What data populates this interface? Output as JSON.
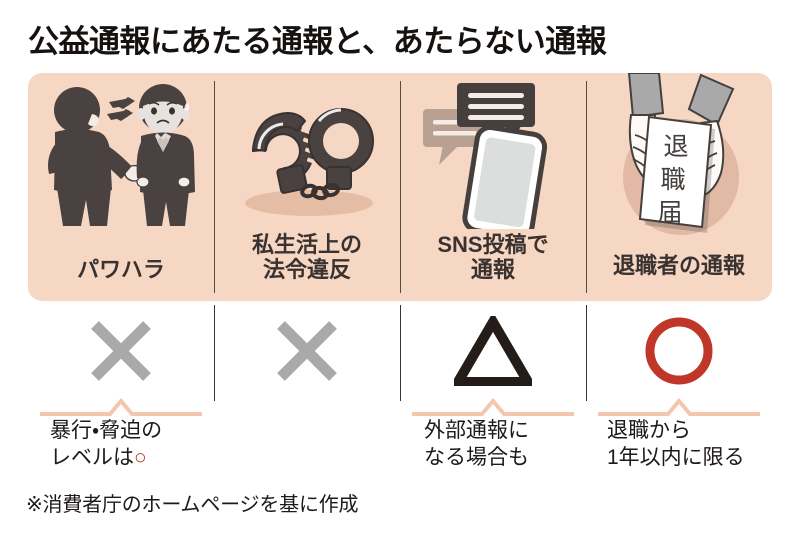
{
  "title": "公益通報にあたる通報と、あたらない通報",
  "footer": "※消費者庁のホームページを基に作成",
  "colors": {
    "panel_background": "#f6d7c3",
    "divider": "#584a42",
    "bracket": "#f3c7ae",
    "verdict_cross": "#a9a9a9",
    "verdict_triangle": "#241c19",
    "verdict_circle": "#c0372a",
    "title_text": "#17120f",
    "label_text": "#3a3230",
    "page_background": "#ffffff"
  },
  "panels": [
    {
      "id": "power-harassment",
      "label": "パワハラ",
      "illustration": "two-businessmen-scolding-icon",
      "verdict_symbol": "×",
      "verdict_name": "cross-mark",
      "verdict_color": "#a9a9a9",
      "note": "暴行・脅迫の\nレベルは",
      "note_suffix_mark": "○",
      "has_bracket": true
    },
    {
      "id": "private-life-legal-violation",
      "label": "私生活上の\n法令違反",
      "illustration": "handcuffs-icon",
      "verdict_symbol": "×",
      "verdict_name": "cross-mark",
      "verdict_color": "#a9a9a9",
      "note": "",
      "note_suffix_mark": "",
      "has_bracket": false
    },
    {
      "id": "sns-post-report",
      "label": "SNS投稿で\n通報",
      "illustration": "smartphone-speech-bubbles-icon",
      "verdict_symbol": "△",
      "verdict_name": "triangle-mark",
      "verdict_color": "#241c19",
      "note": "外部通報に\nなる場合も",
      "note_suffix_mark": "",
      "has_bracket": true
    },
    {
      "id": "retiree-report",
      "label": "退職者の通報",
      "illustration": "hands-holding-resignation-letter-icon",
      "illustration_text": "退職届",
      "verdict_symbol": "○",
      "verdict_name": "circle-mark",
      "verdict_color": "#c0372a",
      "note": "退職から\n1年以内に限る",
      "note_suffix_mark": "",
      "has_bracket": true
    }
  ]
}
